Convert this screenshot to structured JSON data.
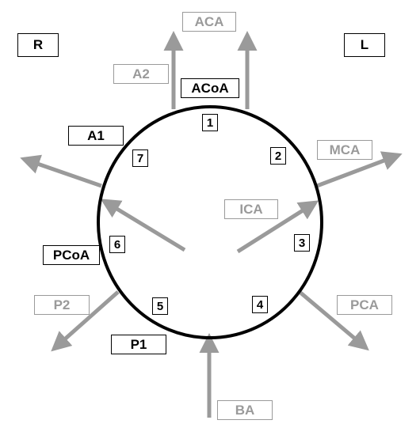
{
  "colors": {
    "arrow": "#9a9a9a",
    "circle": "#000000",
    "grey_label": "#9a9a9a",
    "dark_label": "#000000"
  },
  "labels": {
    "right_side": "R",
    "left_side": "L",
    "aca": "ACA",
    "a2": "A2",
    "acoa": "ACoA",
    "a1": "A1",
    "mca": "MCA",
    "ica": "ICA",
    "pcoa": "PCoA",
    "p2": "P2",
    "pca": "PCA",
    "p1": "P1",
    "ba": "BA"
  },
  "segments": [
    "1",
    "2",
    "3",
    "4",
    "5",
    "6",
    "7"
  ]
}
